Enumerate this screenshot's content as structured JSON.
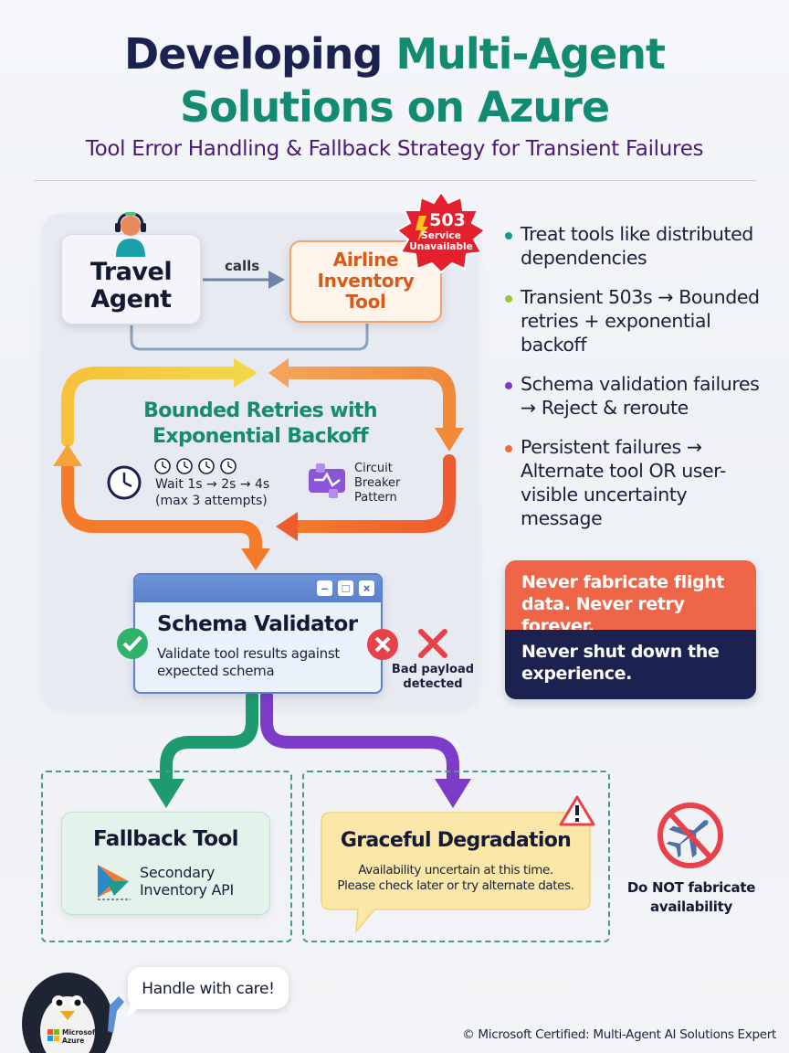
{
  "header": {
    "title_part1": "Developing",
    "title_part2": "Multi-Agent",
    "title_line2": "Solutions on Azure",
    "subtitle": "Tool Error Handling & Fallback Strategy for Transient Failures"
  },
  "flow": {
    "agent_line1": "Travel",
    "agent_line2": "Agent",
    "calls_label": "calls",
    "tool_line1": "Airline",
    "tool_line2": "Inventory",
    "tool_line3": "Tool",
    "error_code": "503",
    "error_line1": "Service",
    "error_line2": "Unavailable",
    "retry_title_line1": "Bounded Retries with",
    "retry_title_line2": "Exponential Backoff",
    "wait_line1": "Wait 1s → 2s → 4s",
    "wait_line2": "(max 3 attempts)",
    "breaker_line1": "Circuit",
    "breaker_line2": "Breaker",
    "breaker_line3": "Pattern",
    "schema_title": "Schema Validator",
    "schema_desc": "Validate tool results against expected schema",
    "bad_line1": "Bad payload",
    "bad_line2": "detected"
  },
  "bullets": [
    {
      "text": "Treat tools like distributed dependencies",
      "color": "#1a9a84"
    },
    {
      "text": "Transient 503s → Bounded retries + exponential backoff",
      "color": "#9cc43a"
    },
    {
      "text": "Schema validation failures → Reject & reroute",
      "color": "#7d3cc8"
    },
    {
      "text": "Persistent failures → Alternate tool OR user-visible uncertainty message",
      "color": "#ef6c3a"
    }
  ],
  "warning": {
    "top_text": "Never fabricate flight data. Never retry forever.",
    "bottom_text": "Never shut down the experience."
  },
  "outcomes": {
    "fallback_title": "Fallback Tool",
    "fallback_line1": "Secondary",
    "fallback_line2": "Inventory API",
    "graceful_title": "Graceful Degradation",
    "graceful_line1": "Availability uncertain at this time.",
    "graceful_line2": "Please check later or try alternate dates.",
    "no_fab_line1": "Do NOT fabricate",
    "no_fab_line2": "availability"
  },
  "footer": {
    "speech": "Handle with care!",
    "logo_line1": "Microsoft",
    "logo_line2": "Azure",
    "copyright": "© Microsoft Certified: Multi-Agent AI Solutions Expert"
  },
  "icons": {
    "agent": "headset-agent-icon",
    "badge": "lightning-starburst-icon",
    "clock": "clock-icon",
    "breaker": "circuit-breaker-icon",
    "check": "check-circle-icon",
    "error": "x-circle-icon",
    "warning": "warning-triangle-icon",
    "no_plane": "no-airplane-icon",
    "mascot": "penguin-mascot-icon"
  }
}
